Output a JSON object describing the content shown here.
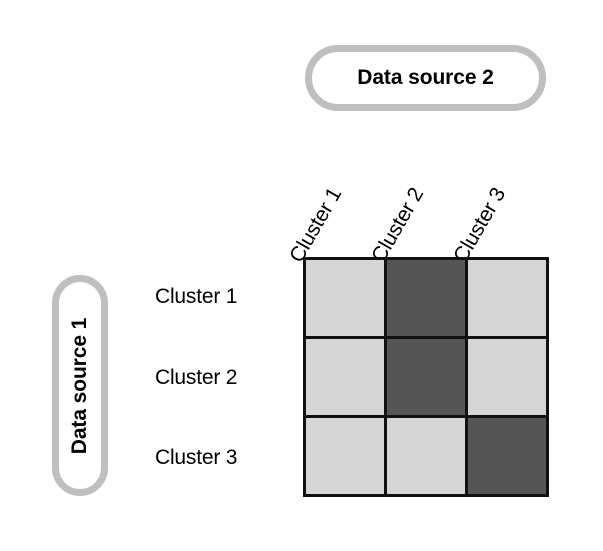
{
  "diagram": {
    "title_axis_columns": "Data source 2",
    "title_axis_rows": "Data source 1",
    "column_headers": [
      "Cluster 1",
      "Cluster 2",
      "Cluster 3"
    ],
    "row_headers": [
      "Cluster 1",
      "Cluster 2",
      "Cluster 3"
    ]
  },
  "chart_data": {
    "type": "heatmap",
    "title": "",
    "xlabel": "Data source 2",
    "ylabel": "Data source 1",
    "categories_x": [
      "Cluster 1",
      "Cluster 2",
      "Cluster 3"
    ],
    "categories_y": [
      "Cluster 1",
      "Cluster 2",
      "Cluster 3"
    ],
    "values": [
      [
        0,
        1,
        0
      ],
      [
        0,
        1,
        0
      ],
      [
        0,
        0,
        1
      ]
    ],
    "value_legend": {
      "0": "light (no match)",
      "1": "dark (match)"
    },
    "colors": {
      "light": "#d5d5d5",
      "dark": "#555555",
      "grid_line": "#111111",
      "capsule_border": "#bfbfbf",
      "text": "#000000",
      "background": "#ffffff"
    },
    "grid": true,
    "legend_position": "none"
  }
}
